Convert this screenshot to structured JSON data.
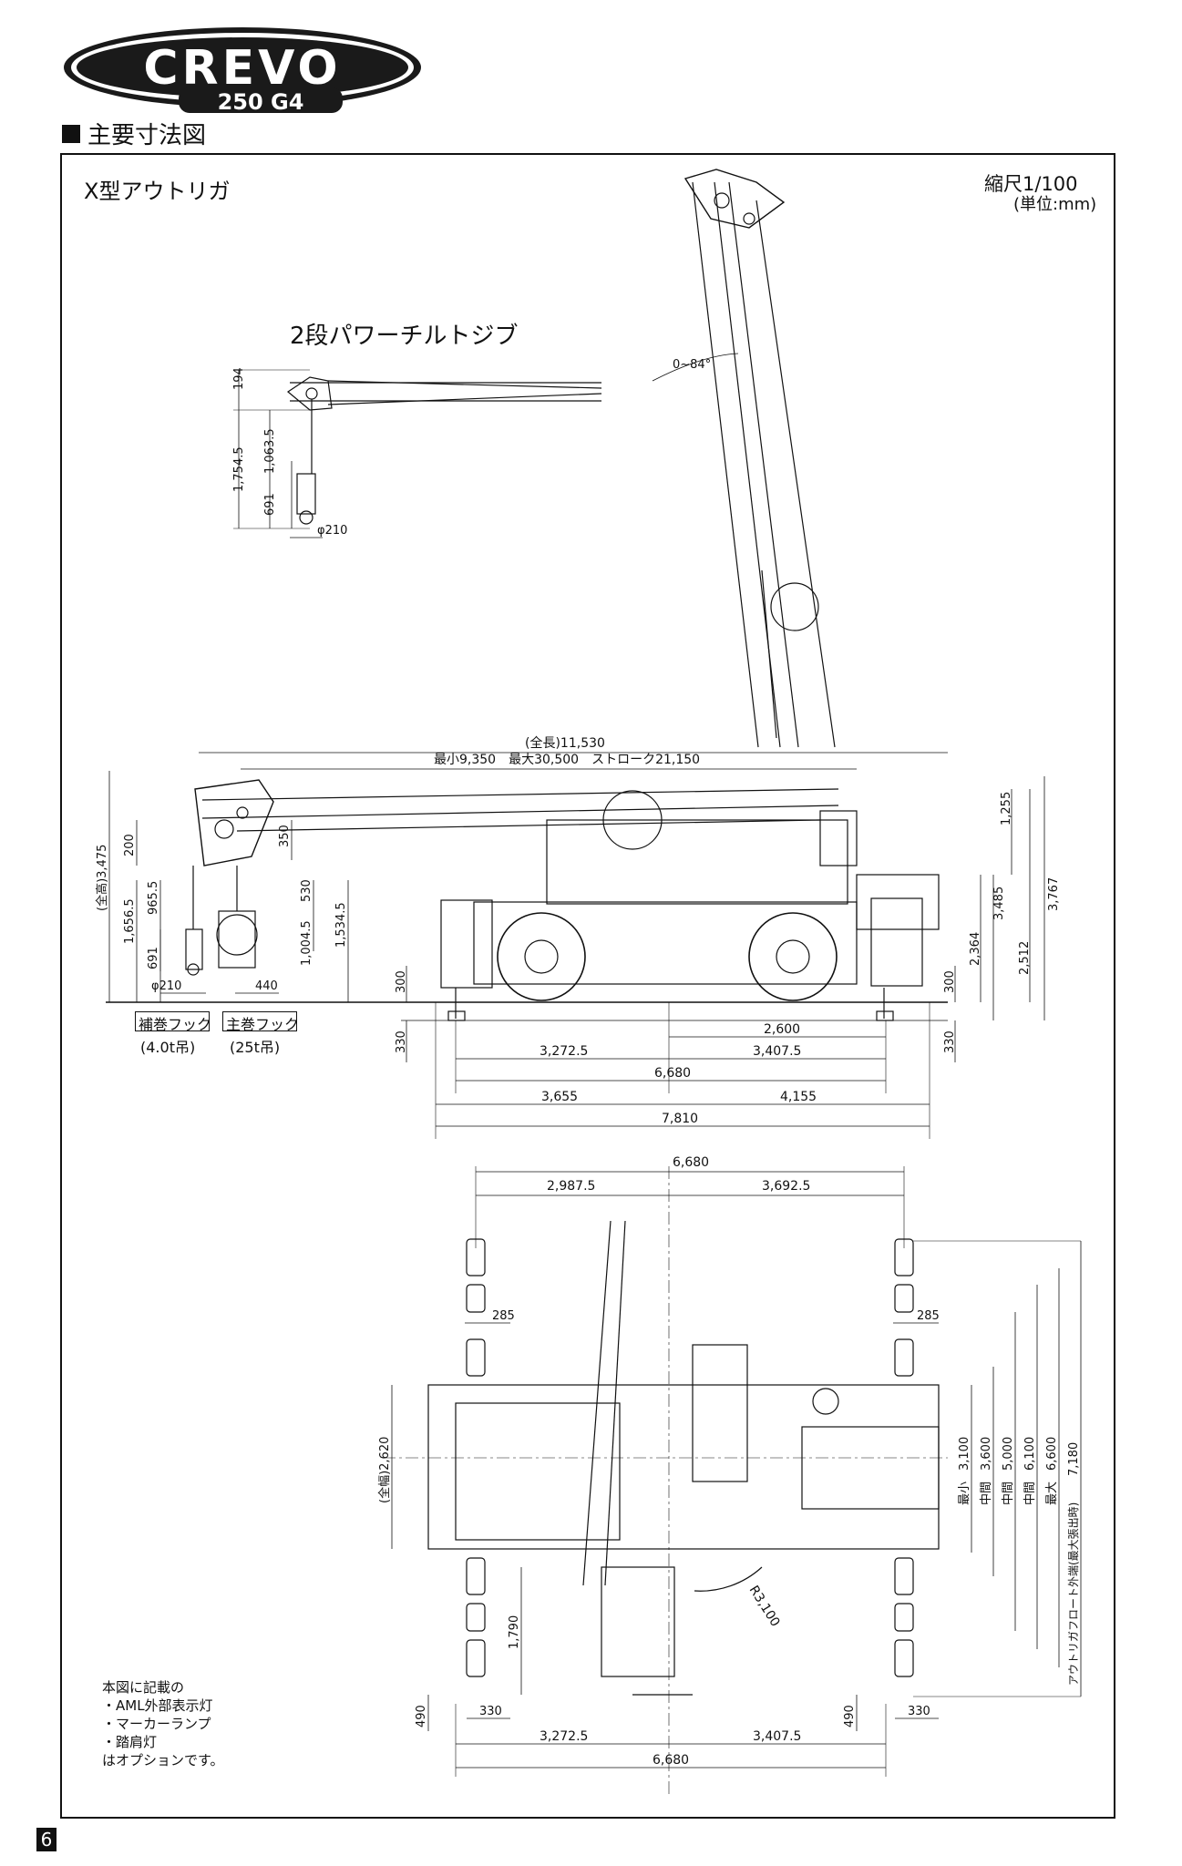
{
  "brand": {
    "logo_main": "CREVO",
    "logo_sub": "250 G4"
  },
  "section_title": "主要寸法図",
  "labels": {
    "outrigger_type": "X型アウトリガ",
    "scale": "縮尺1/100",
    "unit": "(単位:mm)",
    "jib_title": "2段パワーチルトジブ",
    "jib_angle": "0~84°"
  },
  "hooks": [
    {
      "name": "補巻フック",
      "capacity": "(4.0t吊)"
    },
    {
      "name": "主巻フック",
      "capacity": "(25t吊)"
    }
  ],
  "jib_dims": [
    "194",
    "1,754.5",
    "1,063.5",
    "691",
    "φ210"
  ],
  "side_dims": {
    "overall_length": "(全長)11,530",
    "boom_range": "最小9,350　最大30,500　ストローク21,150",
    "overall_height": "(全高)3,475",
    "left_vertical": [
      "200",
      "965.5",
      "1,656.5",
      "691",
      "350",
      "530",
      "1,004.5",
      "1,534.5",
      "φ210",
      "440"
    ],
    "outrigger_left": [
      "300",
      "330"
    ],
    "outrigger_right": [
      "300",
      "330"
    ],
    "right_vertical": [
      "1,255",
      "3,485",
      "3,767",
      "2,364",
      "2,512"
    ],
    "wheelbase": "2,600",
    "front_rear": [
      "3,272.5",
      "3,407.5"
    ],
    "outrigger_span": "6,680",
    "overhang": [
      "3,655",
      "4,155"
    ],
    "total": "7,810"
  },
  "plan_dims": {
    "top_total": "6,680",
    "top_split": [
      "2,987.5",
      "3,692.5"
    ],
    "side_offset_left": "285",
    "side_offset_right": "285",
    "overall_width": "(全幅)2,620",
    "radius": "R3,100",
    "rear_to_center": "1,790",
    "widths": [
      {
        "label": "最小",
        "value": "3,100"
      },
      {
        "label": "中間",
        "value": "3,600"
      },
      {
        "label": "中間",
        "value": "5,000"
      },
      {
        "label": "中間",
        "value": "6,100"
      },
      {
        "label": "最大",
        "value": "6,600"
      }
    ],
    "float_outer": "アウトリガフロート外端(最大張出時)",
    "float_outer_value": "7,180",
    "bottom_left": [
      "490",
      "330"
    ],
    "bottom_right": [
      "490",
      "330"
    ],
    "bottom_split": [
      "3,272.5",
      "3,407.5"
    ],
    "bottom_total": "6,680"
  },
  "note_lines": [
    "本図に記載の",
    "・AML外部表示灯",
    "・マーカーランプ",
    "・踏肩灯",
    "はオプションです。"
  ],
  "page_number": "6"
}
